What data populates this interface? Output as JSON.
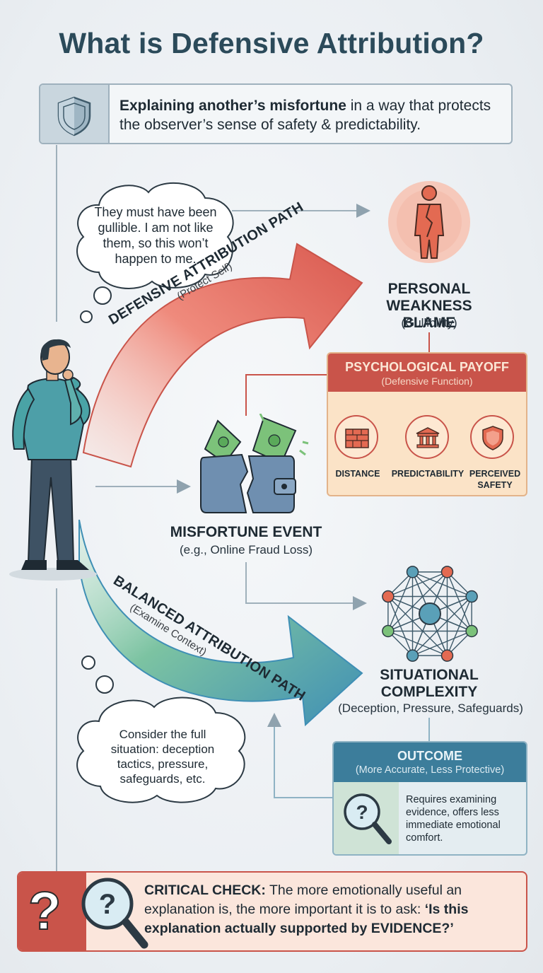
{
  "title": "What is Defensive Attribution?",
  "definition": {
    "bold": "Explaining another’s misfortune",
    "rest": " in a way that protects the observer’s sense of safety & predictability."
  },
  "thought_top": [
    "They must have been",
    "gullible. I am not like",
    "them, so this won’t",
    "happen to me."
  ],
  "thought_bottom": [
    "Consider the full",
    "situation: deception",
    "tactics, pressure,",
    "safeguards, etc."
  ],
  "defensive_path": {
    "title": "DEFENSIVE ATTRIBUTION PATH",
    "subtitle": "(Protect Self)"
  },
  "balanced_path": {
    "title": "BALANCED ATTRIBUTION PATH",
    "subtitle": "(Examine Context)"
  },
  "personal_blame": {
    "line1": "PERSONAL",
    "line2": "WEAKNESS BLAME",
    "sub": "(Gullibility)"
  },
  "payoff": {
    "title": "PSYCHOLOGICAL PAYOFF",
    "subtitle": "(Defensive Function)",
    "items": [
      "DISTANCE",
      "PREDICTABILITY",
      "PERCEIVED",
      "SAFETY"
    ]
  },
  "misfortune": {
    "title": "MISFORTUNE EVENT",
    "sub": "(e.g., Online Fraud Loss)"
  },
  "situational": {
    "line1": "SITUATIONAL",
    "line2": "COMPLEXITY",
    "sub": "(Deception, Pressure, Safeguards)"
  },
  "outcome": {
    "title": "OUTCOME",
    "subtitle": "(More Accurate, Less Protective)",
    "lines": [
      "Requires examining",
      "evidence, offers less",
      "immediate emotional",
      "comfort."
    ]
  },
  "critical": {
    "label": "CRITICAL CHECK:",
    "text": " The more emotionally useful an explanation is, the more important it is to ask: ",
    "question": "‘Is this explanation actually supported by EVIDENCE?’"
  },
  "icons": [
    "shield-icon",
    "person-cracked-icon",
    "person-thinking-icon",
    "wallet-broken-icon",
    "network-icon",
    "brick-wall-icon",
    "building-icon",
    "shield-badge-icon",
    "magnifier-question-icon"
  ],
  "colors": {
    "defensive": "#d9594f",
    "balanced": "#3f8fb5",
    "title": "#2b4a5a",
    "payoff_head": "#c9544a",
    "outcome_head": "#3c7d9b"
  }
}
